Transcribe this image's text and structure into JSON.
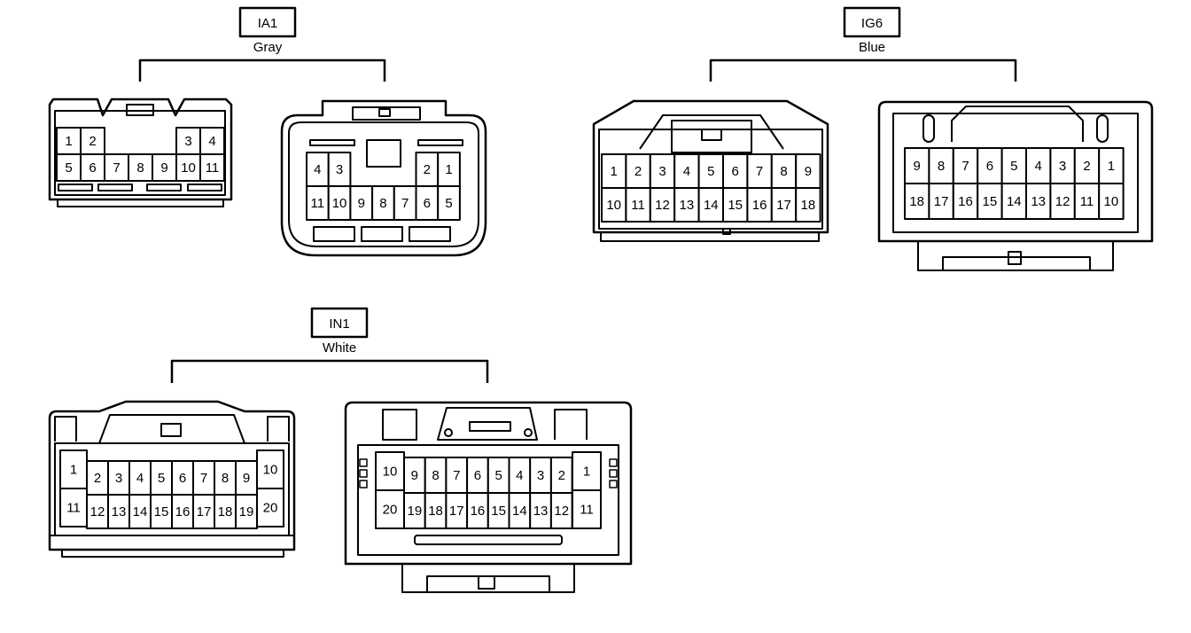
{
  "connectors": [
    {
      "code": "IA1",
      "color": "Gray",
      "male_rows": [
        [
          "1",
          "2",
          "3",
          "4"
        ],
        [
          "5",
          "6",
          "7",
          "8",
          "9",
          "10",
          "11"
        ]
      ],
      "female_rows": [
        [
          "4",
          "3",
          "2",
          "1"
        ],
        [
          "11",
          "10",
          "9",
          "8",
          "7",
          "6",
          "5"
        ]
      ]
    },
    {
      "code": "IG6",
      "color": "Blue",
      "male_rows": [
        [
          "1",
          "2",
          "3",
          "4",
          "5",
          "6",
          "7",
          "8",
          "9"
        ],
        [
          "10",
          "11",
          "12",
          "13",
          "14",
          "15",
          "16",
          "17",
          "18"
        ]
      ],
      "female_rows": [
        [
          "9",
          "8",
          "7",
          "6",
          "5",
          "4",
          "3",
          "2",
          "1"
        ],
        [
          "18",
          "17",
          "16",
          "15",
          "14",
          "13",
          "12",
          "11",
          "10"
        ]
      ]
    },
    {
      "code": "IN1",
      "color": "White",
      "male_side": [
        [
          "1",
          "11"
        ],
        [
          "10",
          "20"
        ]
      ],
      "male_rows": [
        [
          "2",
          "3",
          "4",
          "5",
          "6",
          "7",
          "8",
          "9"
        ],
        [
          "12",
          "13",
          "14",
          "15",
          "16",
          "17",
          "18",
          "19"
        ]
      ],
      "female_side": [
        [
          "10",
          "20"
        ],
        [
          "1",
          "11"
        ]
      ],
      "female_rows": [
        [
          "9",
          "8",
          "7",
          "6",
          "5",
          "4",
          "3",
          "2"
        ],
        [
          "19",
          "18",
          "17",
          "16",
          "15",
          "14",
          "13",
          "12"
        ]
      ]
    }
  ]
}
